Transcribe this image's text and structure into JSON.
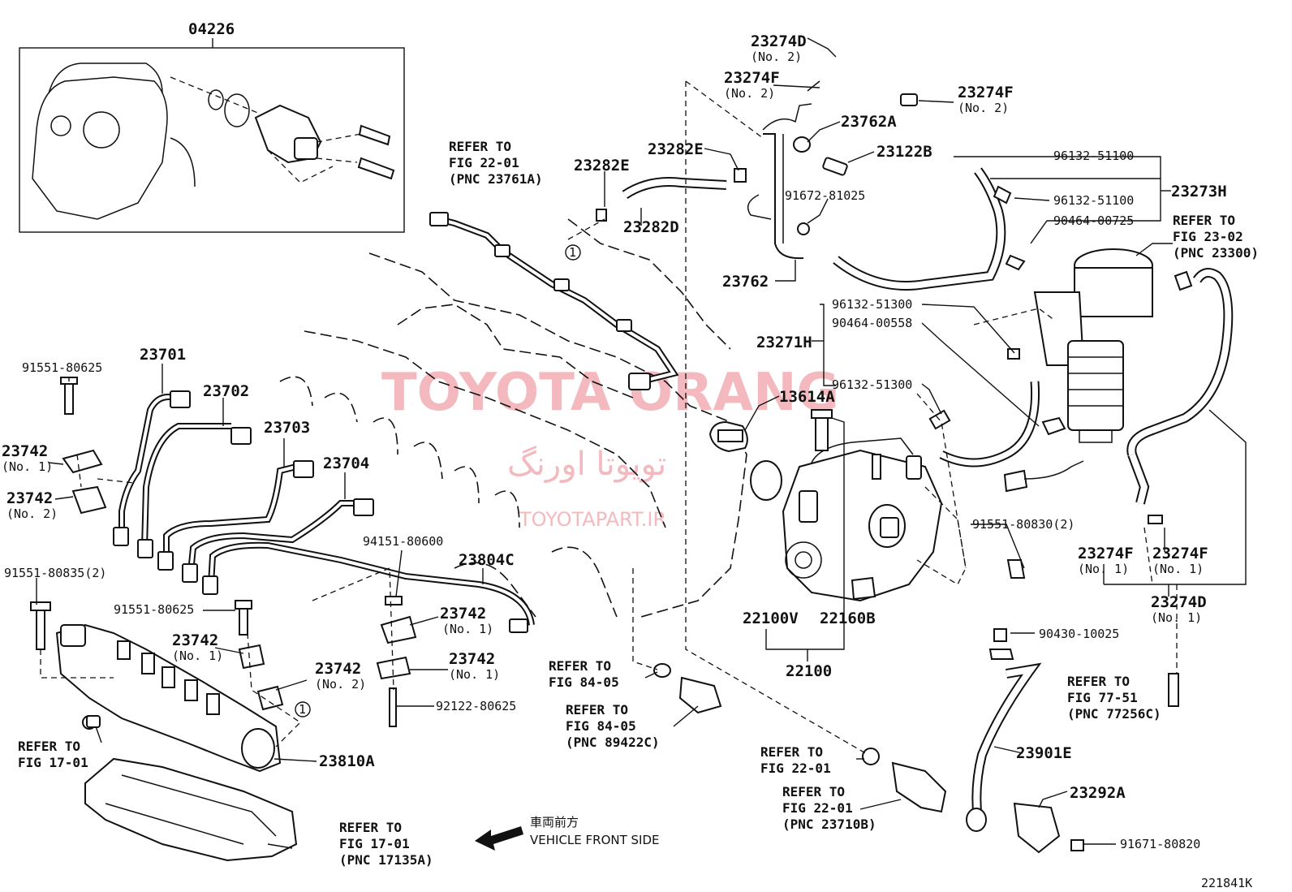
{
  "diagram_id": "221841K",
  "watermark": {
    "brand": "TOYOTA ORANG",
    "persian": "تویوتا اورنگ",
    "site": "TOYOTAPART.IR"
  },
  "direction": {
    "jp": "車両前方",
    "en": "VEHICLE FRONT SIDE"
  },
  "circle_marker": "1",
  "part_numbers": {
    "p04226": "04226",
    "p23274D_top": "23274D",
    "p23274D_top_sub": "(No. 2)",
    "p23274F_top": "23274F",
    "p23274F_top_sub": "(No. 2)",
    "p23274F_right": "23274F",
    "p23274F_right_sub": "(No. 2)",
    "p23762A": "23762A",
    "p23282E_a": "23282E",
    "p23282E_b": "23282E",
    "p23122B": "23122B",
    "p96132_1": "96132-51100",
    "p96132_2": "96132-51100",
    "p23273H": "23273H",
    "p91672": "91672-81025",
    "p90464_1": "90464-00725",
    "p23282D": "23282D",
    "p23762": "23762",
    "p96132_3": "96132-51300",
    "p90464_2": "90464-00558",
    "p23271H": "23271H",
    "p96132_4": "96132-51300",
    "p13614A": "13614A",
    "p23701": "23701",
    "p91551_80625_a": "91551-80625",
    "p23702": "23702",
    "p23703": "23703",
    "p23742_no1_a": "23742",
    "p23742_no1_a_sub": "(No. 1)",
    "p23704": "23704",
    "p23742_no2_a": "23742",
    "p23742_no2_a_sub": "(No. 2)",
    "p94151": "94151-80600",
    "p23804C": "23804C",
    "p91551_80835": "91551-80835(2)",
    "p91551_80625_b": "91551-80625",
    "p23742_no1_b": "23742",
    "p23742_no1_b_sub": "(No. 1)",
    "p23742_no1_c": "23742",
    "p23742_no1_c_sub": "(No. 1)",
    "p23742_no1_d": "23742",
    "p23742_no1_d_sub": "(No. 1)",
    "p23742_no2_b": "23742",
    "p23742_no2_b_sub": "(No. 2)",
    "p92122": "92122-80625",
    "p23810A": "23810A",
    "p22100V": "22100V",
    "p22160B": "22160B",
    "p22100": "22100",
    "p91551_80830": "91551-80830(2)",
    "p23274F_no1_a": "23274F",
    "p23274F_no1_a_sub": "(No. 1)",
    "p23274F_no1_b": "23274F",
    "p23274F_no1_b_sub": "(No. 1)",
    "p23274D_no1": "23274D",
    "p23274D_no1_sub": "(No. 1)",
    "p90430": "90430-10025",
    "p23901E": "23901E",
    "p23292A": "23292A",
    "p91671": "91671-80820"
  },
  "refer_notes": {
    "r_fig22_top": [
      "REFER TO",
      "FIG 22-01",
      "(PNC 23761A)"
    ],
    "r_fig23": [
      "REFER TO",
      "FIG 23-02",
      "(PNC 23300)"
    ],
    "r_fig84a": [
      "REFER TO",
      "FIG 84-05"
    ],
    "r_fig84b": [
      "REFER TO",
      "FIG 84-05",
      "(PNC 89422C)"
    ],
    "r_fig77": [
      "REFER TO",
      "FIG 77-51",
      "(PNC 77256C)"
    ],
    "r_fig22_mid": [
      "REFER TO",
      "FIG 22-01"
    ],
    "r_fig22_bot": [
      "REFER TO",
      "FIG 22-01",
      "(PNC 23710B)"
    ],
    "r_fig17a": [
      "REFER TO",
      "FIG 17-01"
    ],
    "r_fig17b": [
      "REFER TO",
      "FIG 17-01",
      "(PNC 17135A)"
    ]
  }
}
